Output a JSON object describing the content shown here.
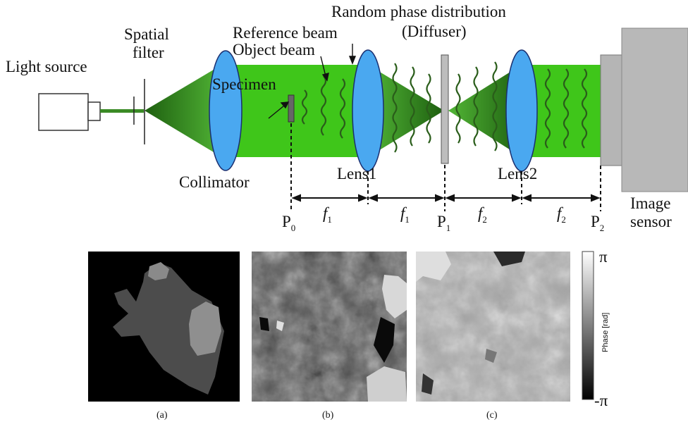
{
  "top_labels": {
    "light_source": "Light source",
    "spatial_filter_line1": "Spatial",
    "spatial_filter_line2": "filter",
    "reference_beam": "Reference beam",
    "object_beam": "Object beam",
    "specimen": "Specimen",
    "collimator": "Collimator",
    "lens1": "Lens1",
    "lens2": "Lens2",
    "random_phase": "Random phase distribution",
    "diffuser": "(Diffuser)",
    "image_sensor_line1": "Image",
    "image_sensor_line2": "sensor"
  },
  "planes": {
    "p0": "P",
    "p0_sub": "0",
    "p1": "P",
    "p1_sub": "1",
    "p2": "P",
    "p2_sub": "2"
  },
  "focal": {
    "f": "f",
    "sub1": "1",
    "sub2": "2"
  },
  "panels": {
    "a_caption": "(a)",
    "b_caption": "(b)",
    "c_caption": "(c)"
  },
  "colorbar": {
    "max": "π",
    "min": "-π",
    "label": "Phase [rad]"
  },
  "colors": {
    "beam": "#3fc61a",
    "beam_dark": "#2f7a1c",
    "lens": "#4aa8f0",
    "wave": "#2a5d1a"
  }
}
